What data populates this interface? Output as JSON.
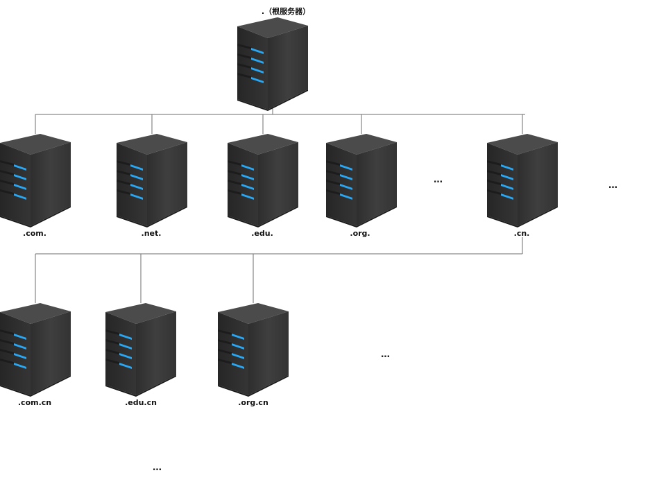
{
  "colors": {
    "server_front": "#3b3b3b",
    "server_side": "#2c2c2c",
    "server_top": "#4a4a4a",
    "led": "#2aa6f2",
    "connector": "#6e6e6e"
  },
  "root": {
    "label": ".（根服务器）",
    "icon": "server-icon"
  },
  "top_level": [
    {
      "label": ".com.",
      "icon": "server-icon"
    },
    {
      "label": ".net.",
      "icon": "server-icon"
    },
    {
      "label": ".edu.",
      "icon": "server-icon"
    },
    {
      "label": ".org.",
      "icon": "server-icon"
    },
    {
      "label": ".cn.",
      "icon": "server-icon"
    }
  ],
  "second_level": [
    {
      "label": ".com.cn",
      "icon": "server-icon"
    },
    {
      "label": ".edu.cn",
      "icon": "server-icon"
    },
    {
      "label": ".org.cn",
      "icon": "server-icon"
    }
  ],
  "ellipsis": {
    "top_middle": "…",
    "top_right": "…",
    "second_middle": "…",
    "bottom": "…"
  }
}
